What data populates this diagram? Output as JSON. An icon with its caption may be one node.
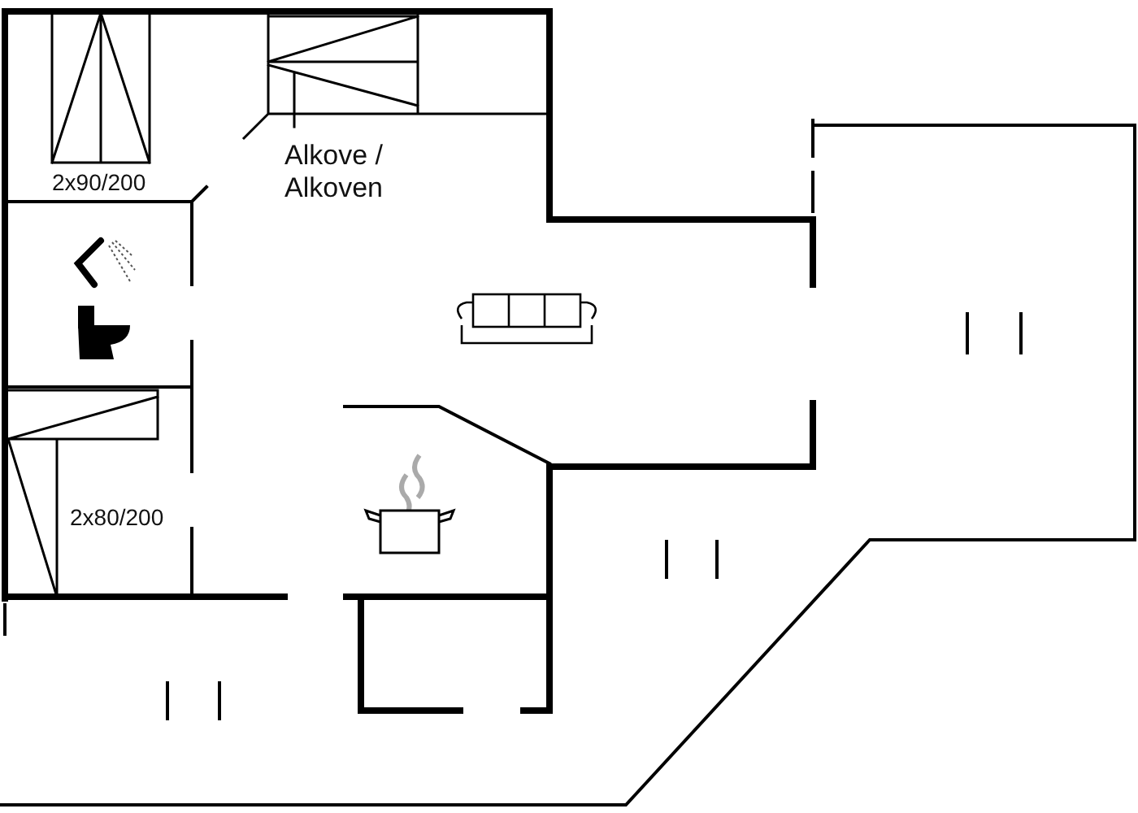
{
  "diagram": {
    "labels": [
      "2x90/200",
      "Alkove / Alkoven",
      "2x80/200"
    ]
  }
}
